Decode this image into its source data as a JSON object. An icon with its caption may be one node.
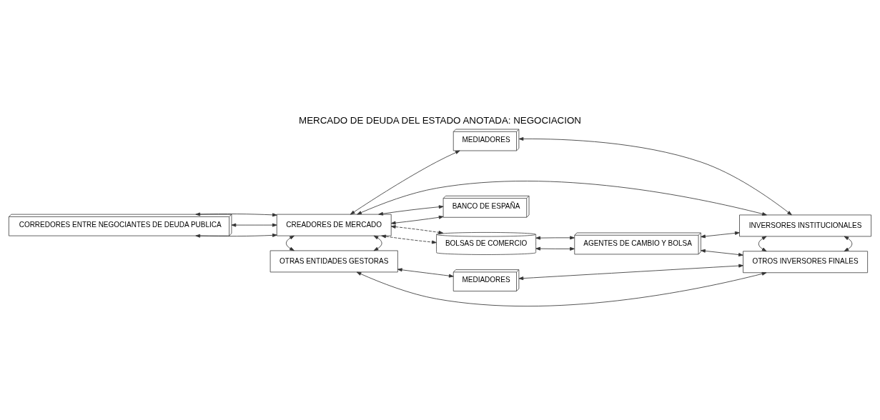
{
  "diagram": {
    "title": "MERCADO DE DEUDA DEL ESTADO ANOTADA: NEGOCIACION",
    "nodes": [
      {
        "text": [
          "BANCO DE ESPAÑA"
        ]
      },
      {
        "text": [
          "CREADORES DE MERCADO"
        ]
      },
      {
        "text": [
          "OTRAS ENTIDADES GESTORAS"
        ]
      },
      {
        "text": [
          "CORREDORES ENTRE NEGOCIANTES DE DEUDA PUBLICA"
        ]
      },
      {
        "text": [
          "MEDIADORES"
        ]
      },
      {
        "text": [
          "BOLSAS DE COMERCIO"
        ]
      },
      {
        "text": [
          "AGENTES DE CAMBIO Y BOLSA"
        ]
      },
      {
        "text": [
          "INVERSORES INSTITUCIONALES"
        ]
      },
      {
        "text": [
          "OTROS INVERSORES FINALES"
        ]
      },
      {
        "text": [
          "MEDIADORES"
        ]
      }
    ],
    "edges": [
      {
        "from": 1,
        "to": 0,
        "arrow": "both"
      },
      {
        "from": 1,
        "to": 0,
        "arrow": "both"
      },
      {
        "from": 3,
        "to": 1,
        "arrow": "both"
      },
      {
        "from": 3,
        "to": 1,
        "arrow": "both"
      },
      {
        "from": 3,
        "to": 1,
        "arrow": "both"
      },
      {
        "from": 1,
        "to": 2,
        "arrow": "both"
      },
      {
        "from": 1,
        "to": 2,
        "arrow": "both"
      },
      {
        "from": 1,
        "to": 7,
        "arrow": "both"
      },
      {
        "from": 1,
        "to": 4,
        "arrow": "both"
      },
      {
        "from": 4,
        "to": 7,
        "arrow": "both"
      },
      {
        "from": 1,
        "to": 5,
        "arrow": "both",
        "style": "dashed"
      },
      {
        "from": 1,
        "to": 5,
        "arrow": "both",
        "style": "dashed"
      },
      {
        "from": 5,
        "to": 6,
        "arrow": "both"
      },
      {
        "from": 5,
        "to": 6,
        "arrow": "both"
      },
      {
        "from": 6,
        "to": 7,
        "arrow": "both"
      },
      {
        "from": 6,
        "to": 8,
        "arrow": "both"
      },
      {
        "from": 7,
        "to": 8,
        "arrow": "both"
      },
      {
        "from": 7,
        "to": 8,
        "arrow": "both"
      },
      {
        "from": 2,
        "to": 9,
        "arrow": "both"
      },
      {
        "from": 9,
        "to": 8,
        "arrow": "both"
      },
      {
        "from": 2,
        "to": 8,
        "arrow": "both"
      }
    ]
  }
}
